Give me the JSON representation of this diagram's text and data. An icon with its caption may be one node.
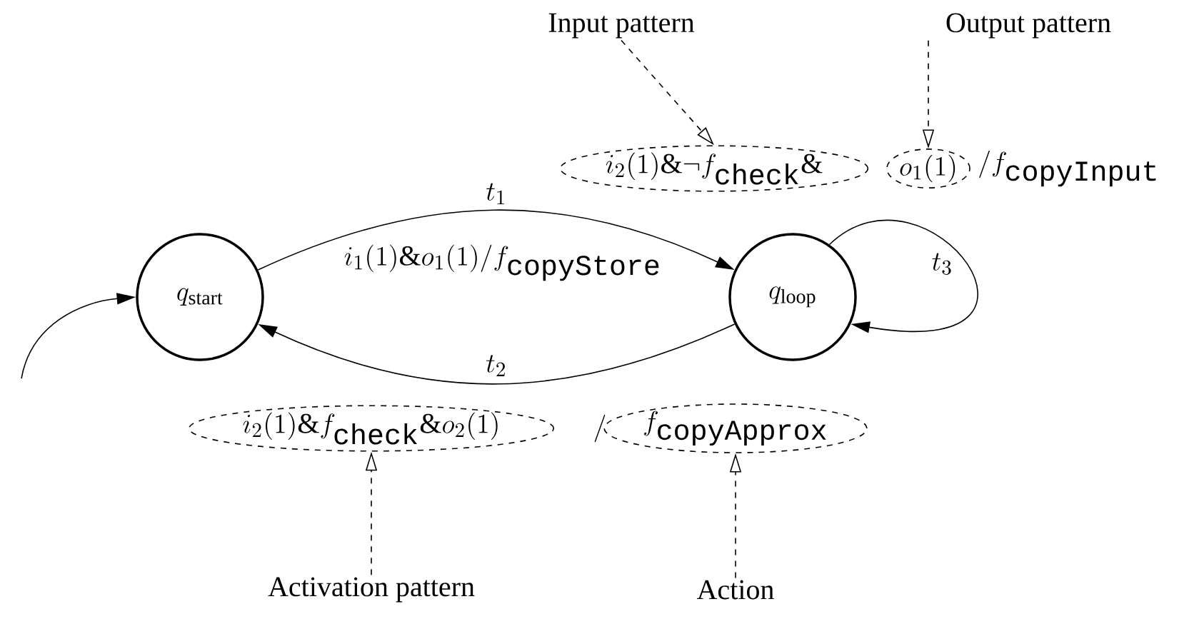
{
  "diagram": {
    "nodes": [
      {
        "text": [
          "q_{\\mathrm{start}}"
        ]
      },
      {
        "text": [
          "q_{\\mathrm{loop}}"
        ]
      },
      {
        "text": [
          "Input pattern"
        ]
      },
      {
        "text": [
          "Output pattern"
        ]
      },
      {
        "text": [
          "Activation pattern"
        ]
      },
      {
        "text": [
          "Action"
        ]
      },
      {
        "text": [
          "i_2(1)\\&\\neg f_{\\texttt{check}}\\&"
        ]
      },
      {
        "text": [
          "o_1(1)"
        ]
      },
      {
        "text": [
          "i_2(1)\\&f_{\\texttt{check}}\\&o_2(1)"
        ]
      },
      {
        "text": [
          "f_{\\texttt{copyApprox}}"
        ]
      }
    ],
    "edges": [
      {
        "from": 0,
        "to": 1,
        "arrow": "to",
        "label": "t_1"
      },
      {
        "from": 1,
        "to": 0,
        "arrow": "to",
        "label": "t_2"
      },
      {
        "from": 1,
        "to": 1,
        "arrow": "to",
        "label": "t_3"
      },
      {
        "from": null,
        "to": 0,
        "arrow": "to"
      },
      {
        "from": 2,
        "to": 6,
        "arrow": "to",
        "style": "dashed"
      },
      {
        "from": 3,
        "to": 7,
        "arrow": "to",
        "style": "dashed"
      },
      {
        "from": 4,
        "to": 8,
        "arrow": "to",
        "style": "dashed"
      },
      {
        "from": 5,
        "to": 9,
        "arrow": "to",
        "style": "dashed"
      }
    ],
    "labels": [
      "/f_{\\texttt{copyInput}}",
      "i_1(1)\\&o_1(1)/f_{\\texttt{copyStore}}",
      "/"
    ]
  }
}
